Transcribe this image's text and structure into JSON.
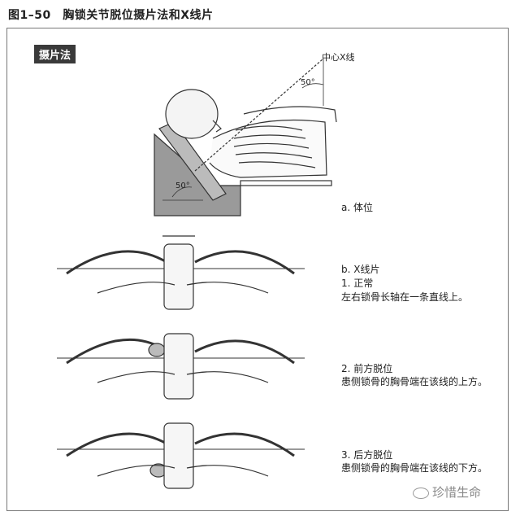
{
  "figure_title": "图1–50　胸锁关节脱位摄片法和X线片",
  "method_label": "摄片法",
  "ray_label": "中心X线",
  "angle_top": "50°",
  "angle_bottom": "50°",
  "panel_a_label": "a. 体位",
  "panel_b_label": "b. X线片",
  "case_1_title": "1. 正常",
  "case_1_desc": "左右锁骨长轴在一条直线上。",
  "case_2_title": "2. 前方脱位",
  "case_2_desc": "患侧锁骨的胸骨端在该线的上方。",
  "case_3_title": "3. 后方脱位",
  "case_3_desc": "患侧锁骨的胸骨端在该线的下方。",
  "watermark": "珍惜生命",
  "colors": {
    "wedge": "#9a9a9a",
    "line": "#333333",
    "tag_bg": "#3a3a3a"
  }
}
